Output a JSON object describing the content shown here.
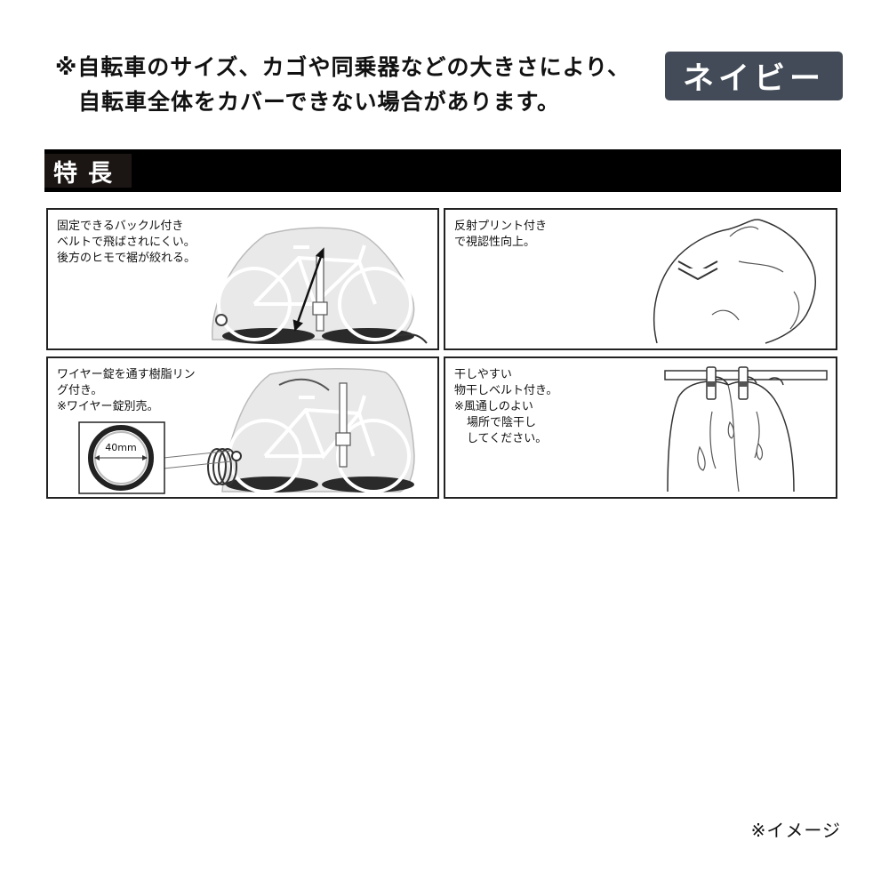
{
  "notice": {
    "line1": "※自転車のサイズ、カゴや同乗器などの大きさにより、",
    "line2": "自転車全体をカバーできない場合があります。"
  },
  "color_label": "ネイビー",
  "section_title": "特長",
  "features": {
    "buckle": {
      "lines": [
        "固定できるバックル付き",
        "ベルトで飛ばされにくい。",
        "後方のヒモで裾が絞れる。"
      ]
    },
    "reflective": {
      "lines": [
        "反射プリント付き",
        "で視認性向上。"
      ]
    },
    "wire_lock": {
      "lines": [
        "ワイヤー錠を通す樹脂リン",
        "グ付き。",
        "※ワイヤー錠別売。"
      ],
      "ring_size": "40mm"
    },
    "drying": {
      "lines": [
        "干しやすい",
        "物干しベルト付き。",
        "※風通しのよい",
        "場所で陰干し",
        "してください。"
      ]
    }
  },
  "image_note": "※イメージ"
}
